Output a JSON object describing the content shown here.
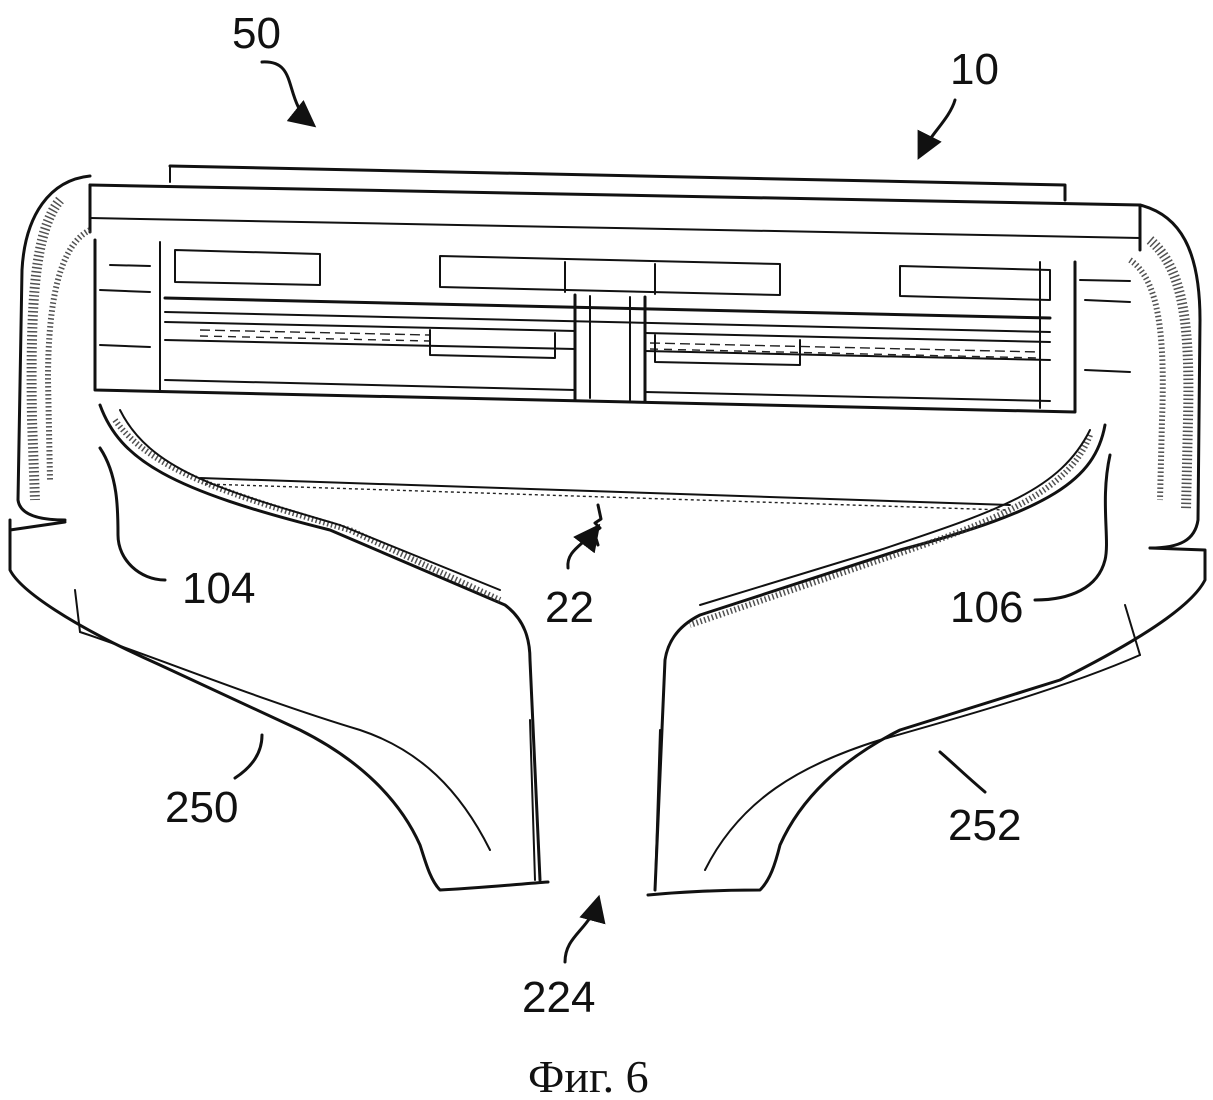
{
  "figure": {
    "caption": "Фиг. 6",
    "labels": {
      "l50": "50",
      "l10": "10",
      "l22": "22",
      "l104": "104",
      "l106": "106",
      "l250": "250",
      "l252": "252",
      "l224": "224"
    }
  }
}
